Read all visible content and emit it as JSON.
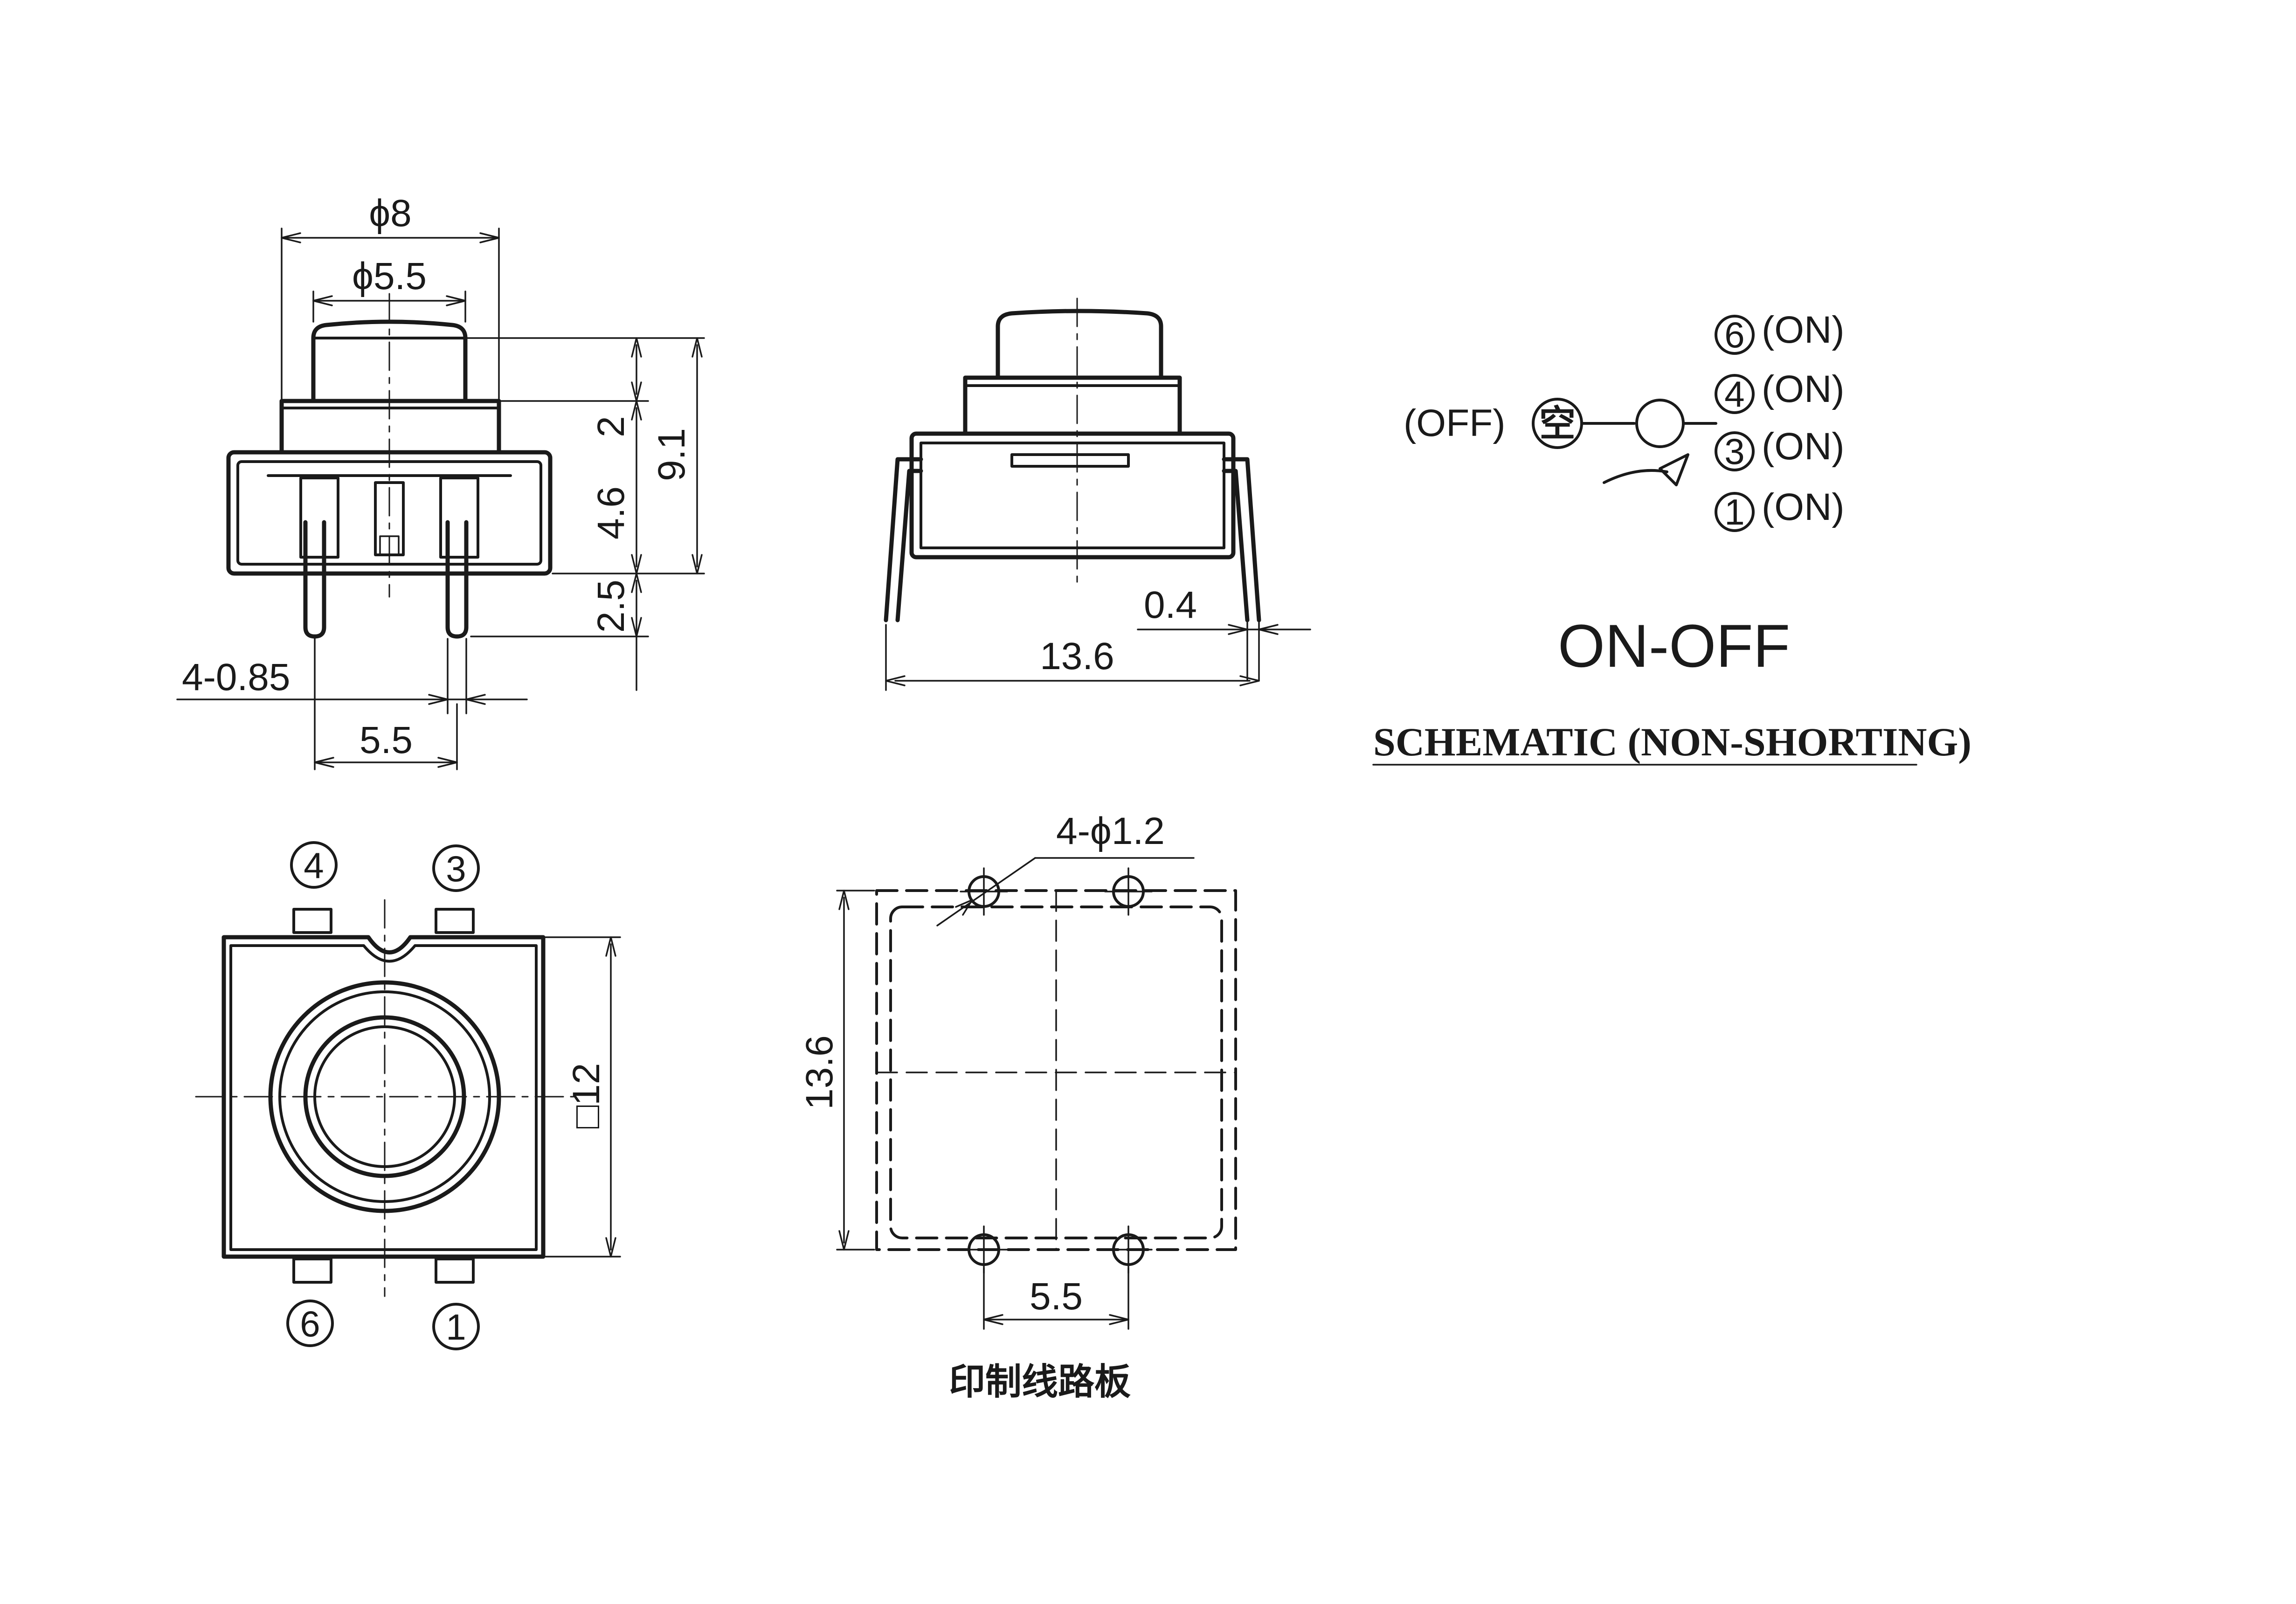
{
  "side_view": {
    "dim_phi8": "ϕ8",
    "dim_phi55": "ϕ5.5",
    "dim_2": "2",
    "dim_91": "9.1",
    "dim_46": "4.6",
    "dim_25": "2.5",
    "dim_pin": "4-0.85",
    "dim_55": "5.5"
  },
  "front_view": {
    "dim_04": "0.4",
    "dim_136": "13.6"
  },
  "schematic": {
    "off_label": "(OFF)",
    "kong_char": "空",
    "positions": [
      {
        "pin": "6",
        "state": "(ON)"
      },
      {
        "pin": "4",
        "state": "(ON)"
      },
      {
        "pin": "3",
        "state": "(ON)"
      },
      {
        "pin": "1",
        "state": "(ON)"
      }
    ],
    "mode": "ON-OFF",
    "caption": "SCHEMATIC (NON-SHORTING)"
  },
  "top_view": {
    "pins": [
      "4",
      "3",
      "6",
      "1"
    ],
    "dim_sq12": "□12"
  },
  "pcb_view": {
    "dim_holes": "4-ϕ1.2",
    "dim_136": "13.6",
    "dim_55": "5.5",
    "caption": "印制线路板"
  }
}
